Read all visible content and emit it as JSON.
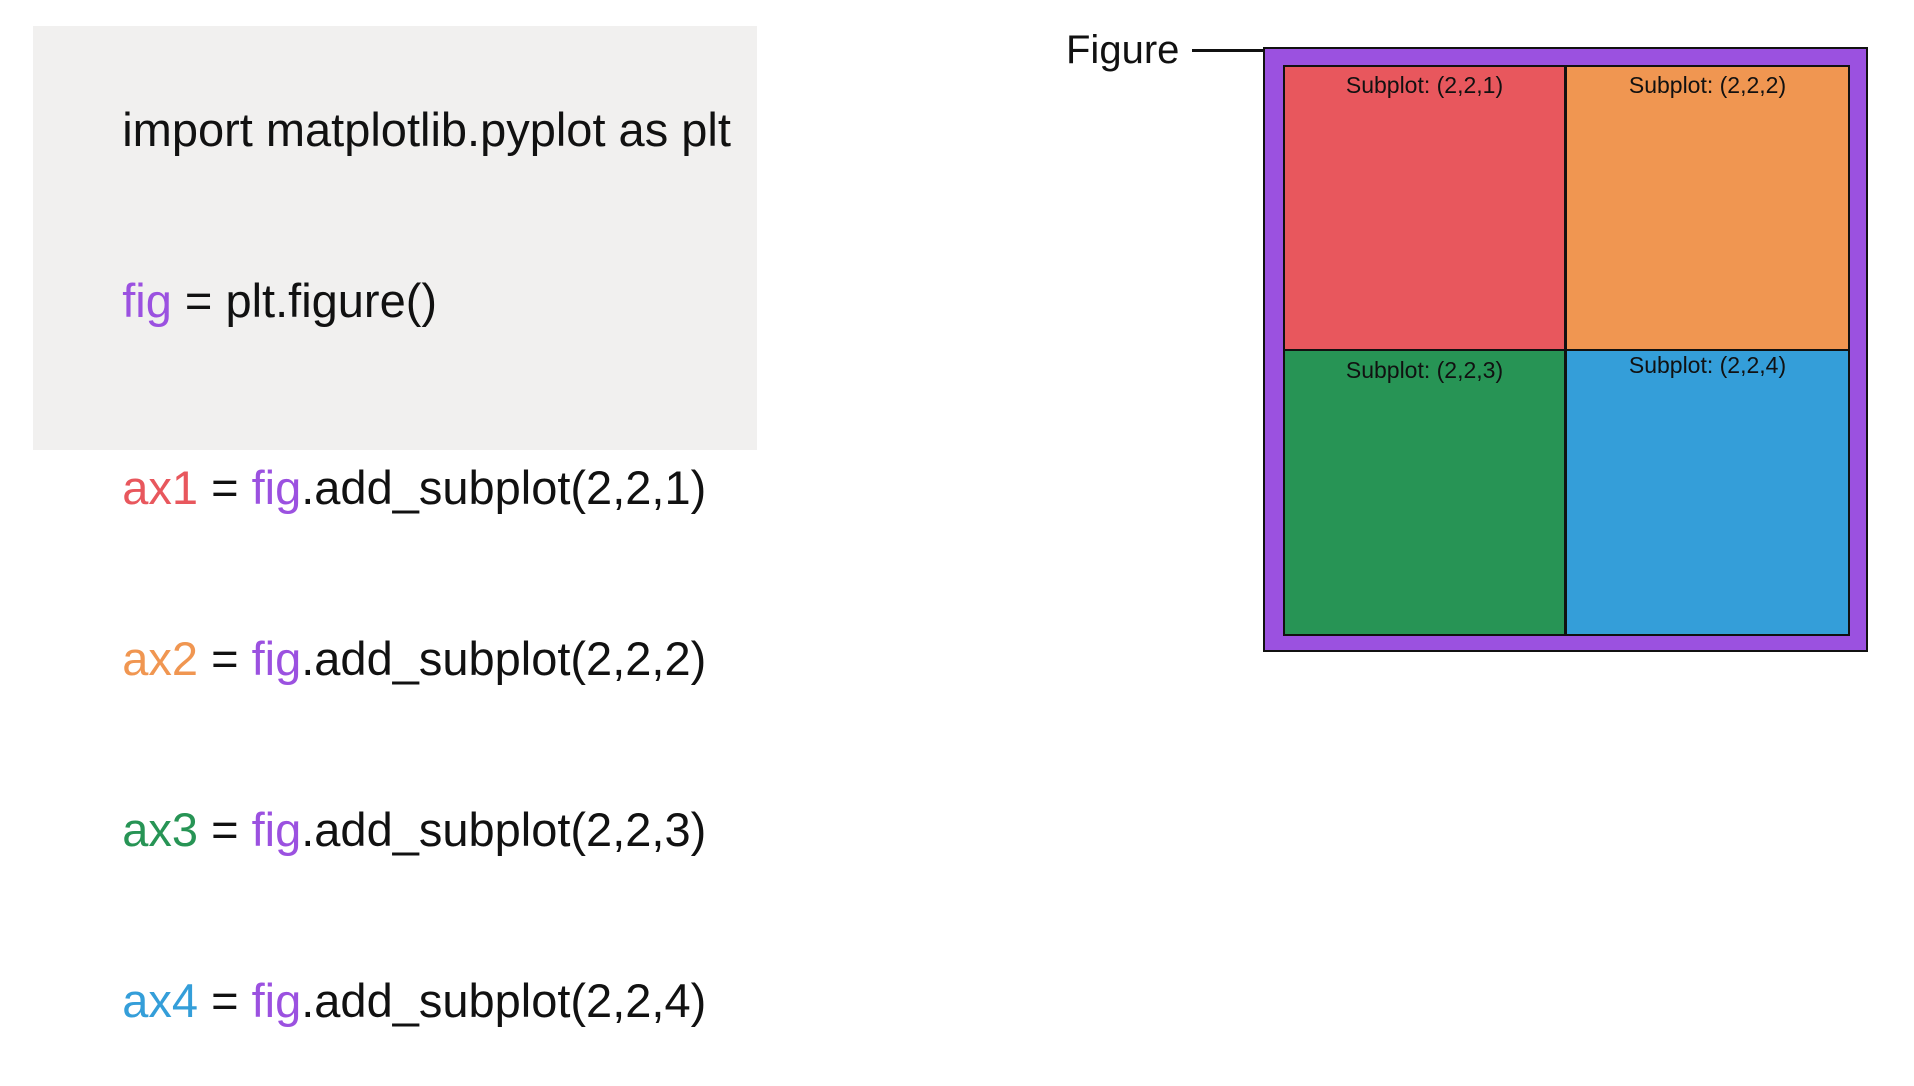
{
  "colors": {
    "code_background": "#f1f0ef",
    "figure": "#9b51e0",
    "ax1": "#e8575d",
    "ax2": "#f09651",
    "ax3": "#279455",
    "ax4": "#349ed9",
    "text": "#111111"
  },
  "code": {
    "line_import": "import matplotlib.pyplot as plt",
    "line_fig": {
      "var": "fig",
      "rest": " = plt.figure()"
    },
    "subplot_lines": [
      {
        "var": "ax1",
        "eq": " = ",
        "fig": "fig",
        "call": ".add_subplot(2,2,1)",
        "color_key": "ax1"
      },
      {
        "var": "ax2",
        "eq": " = ",
        "fig": "fig",
        "call": ".add_subplot(2,2,2)",
        "color_key": "ax2"
      },
      {
        "var": "ax3",
        "eq": " = ",
        "fig": "fig",
        "call": ".add_subplot(2,2,3)",
        "color_key": "ax3"
      },
      {
        "var": "ax4",
        "eq": " = ",
        "fig": "fig",
        "call": ".add_subplot(2,2,4)",
        "color_key": "ax4"
      }
    ]
  },
  "diagram": {
    "figure_label": "Figure",
    "subplots": [
      {
        "label": "Subplot: (2,2,1)",
        "color_key": "ax1"
      },
      {
        "label": "Subplot: (2,2,2)",
        "color_key": "ax2"
      },
      {
        "label": "Subplot: (2,2,3)",
        "color_key": "ax3"
      },
      {
        "label": "Subplot: (2,2,4)",
        "color_key": "ax4"
      }
    ]
  }
}
